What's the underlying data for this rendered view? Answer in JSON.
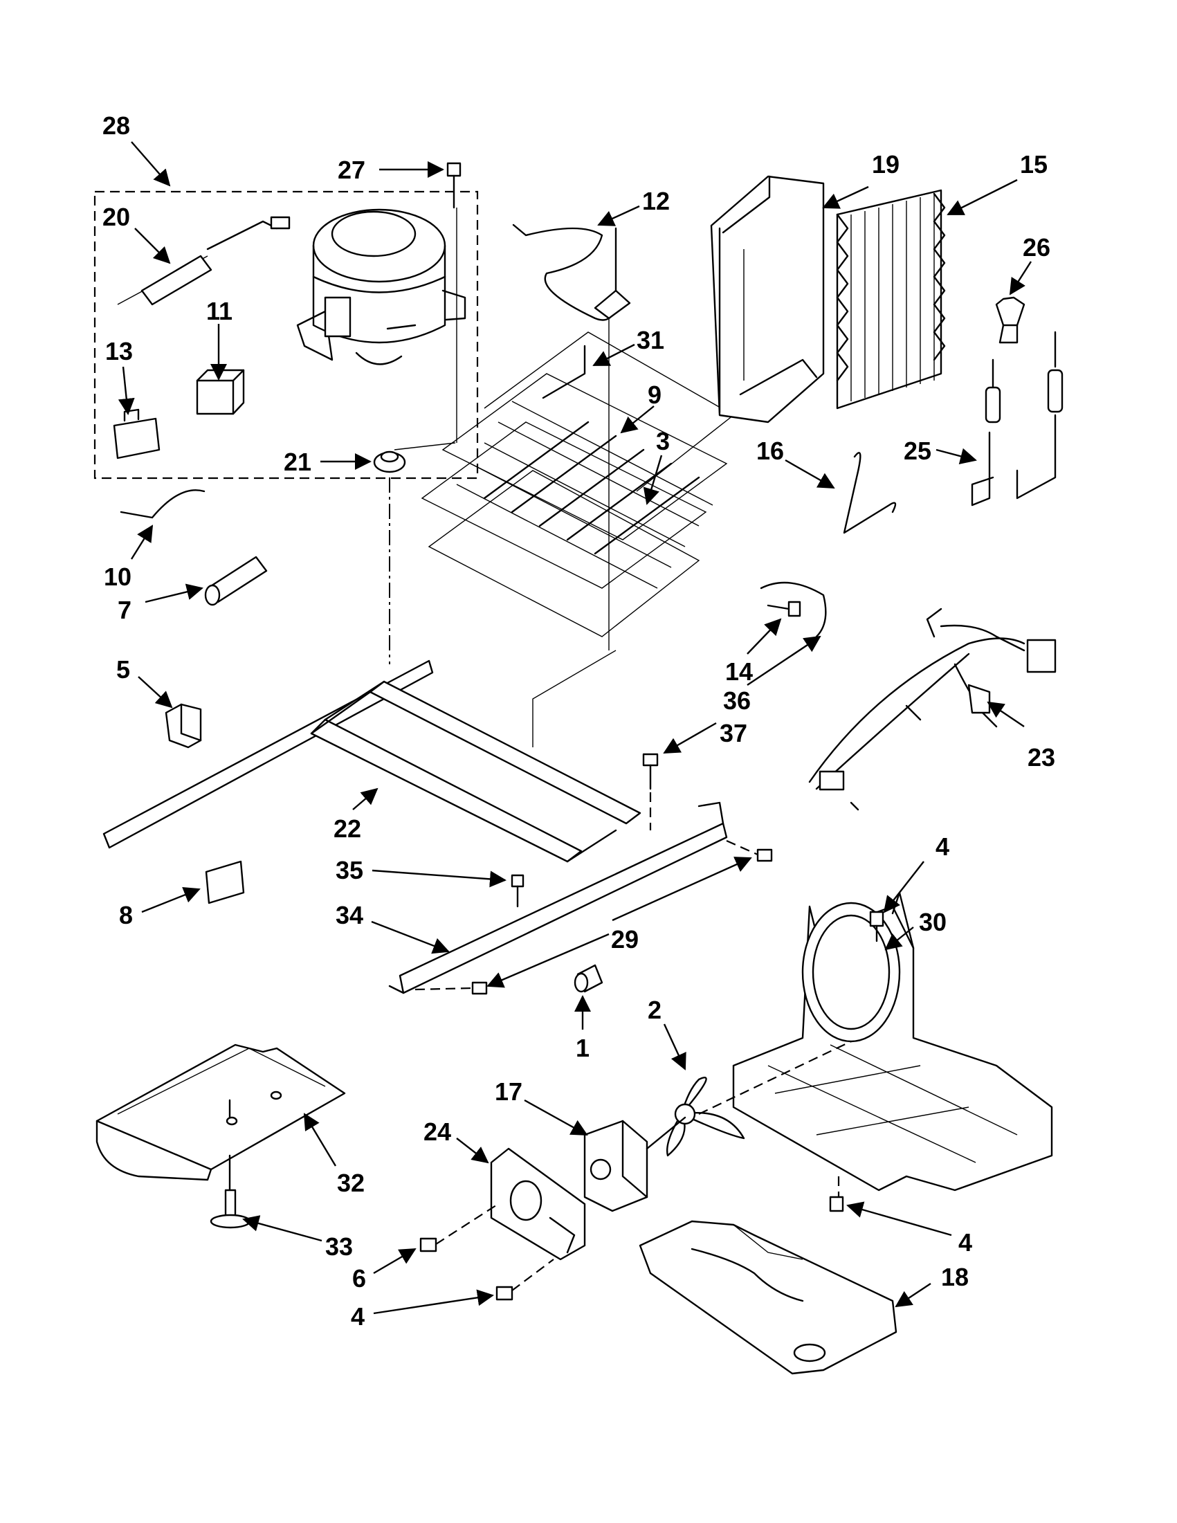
{
  "diagram": {
    "callouts": [
      {
        "id": "c28",
        "text": "28"
      },
      {
        "id": "c27",
        "text": "27"
      },
      {
        "id": "c20",
        "text": "20"
      },
      {
        "id": "c11",
        "text": "11"
      },
      {
        "id": "c13",
        "text": "13"
      },
      {
        "id": "c21",
        "text": "21"
      },
      {
        "id": "c12",
        "text": "12"
      },
      {
        "id": "c31",
        "text": "31"
      },
      {
        "id": "c9",
        "text": "9"
      },
      {
        "id": "c3",
        "text": "3"
      },
      {
        "id": "c19",
        "text": "19"
      },
      {
        "id": "c15",
        "text": "15"
      },
      {
        "id": "c26",
        "text": "26"
      },
      {
        "id": "c16",
        "text": "16"
      },
      {
        "id": "c25",
        "text": "25"
      },
      {
        "id": "c10",
        "text": "10"
      },
      {
        "id": "c7",
        "text": "7"
      },
      {
        "id": "c14",
        "text": "14"
      },
      {
        "id": "c36",
        "text": "36"
      },
      {
        "id": "c5",
        "text": "5"
      },
      {
        "id": "c37",
        "text": "37"
      },
      {
        "id": "c23",
        "text": "23"
      },
      {
        "id": "c22",
        "text": "22"
      },
      {
        "id": "c35",
        "text": "35"
      },
      {
        "id": "c8",
        "text": "8"
      },
      {
        "id": "c34",
        "text": "34"
      },
      {
        "id": "c29",
        "text": "29"
      },
      {
        "id": "c4a",
        "text": "4"
      },
      {
        "id": "c30",
        "text": "30"
      },
      {
        "id": "c1",
        "text": "1"
      },
      {
        "id": "c2",
        "text": "2"
      },
      {
        "id": "c17",
        "text": "17"
      },
      {
        "id": "c24",
        "text": "24"
      },
      {
        "id": "c32",
        "text": "32"
      },
      {
        "id": "c33",
        "text": "33"
      },
      {
        "id": "c6",
        "text": "6"
      },
      {
        "id": "c4b",
        "text": "4"
      },
      {
        "id": "c4c",
        "text": "4"
      },
      {
        "id": "c18",
        "text": "18"
      }
    ]
  }
}
